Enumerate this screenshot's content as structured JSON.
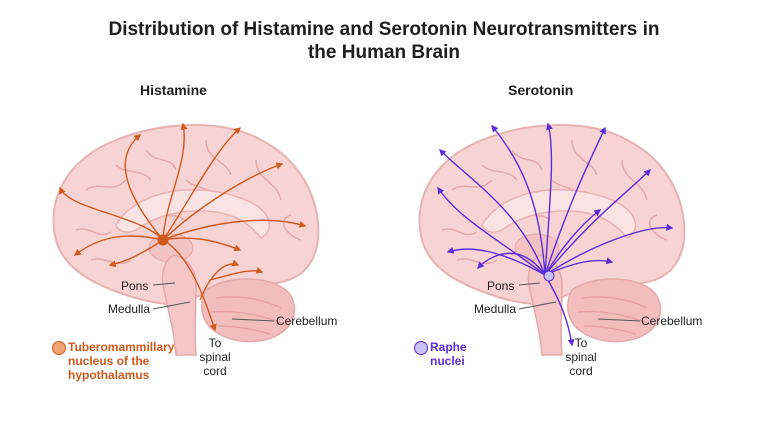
{
  "title_line1": "Distribution of Histamine and Serotonin Neurotransmitters in",
  "title_line2": "the Human Brain",
  "colors": {
    "histamine": "#d2591c",
    "serotonin": "#5b2ddb",
    "brain_fill": "#f7d3d3",
    "brain_stroke": "#e9b2b2"
  },
  "histamine": {
    "heading": "Histamine",
    "labels": {
      "pons": "Pons",
      "medulla": "Medulla",
      "cerebellum": "Cerebellum",
      "spinal_1": "To",
      "spinal_2": "spinal",
      "spinal_3": "cord"
    },
    "legend": {
      "line1": "Tuberomammillary",
      "line2": "nucleus of the",
      "line3": "hypothalamus"
    }
  },
  "serotonin": {
    "heading": "Serotonin",
    "labels": {
      "pons": "Pons",
      "medulla": "Medulla",
      "cerebellum": "Cerebellum",
      "spinal_1": "To",
      "spinal_2": "spinal",
      "spinal_3": "cord"
    },
    "legend": {
      "line1": "Raphe",
      "line2": "nuclei"
    }
  }
}
